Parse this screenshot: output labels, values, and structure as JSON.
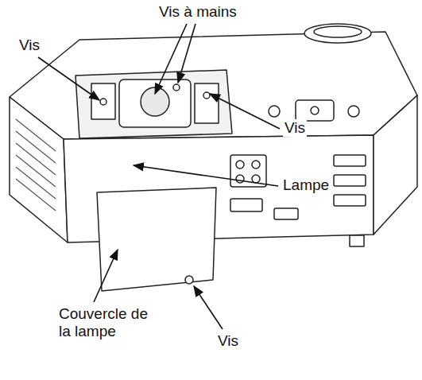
{
  "diagram": {
    "labels": [
      "Vis à mains",
      "Vis",
      "Vis",
      "Lampe",
      "Couvercle de la lampe",
      "Vis"
    ]
  }
}
